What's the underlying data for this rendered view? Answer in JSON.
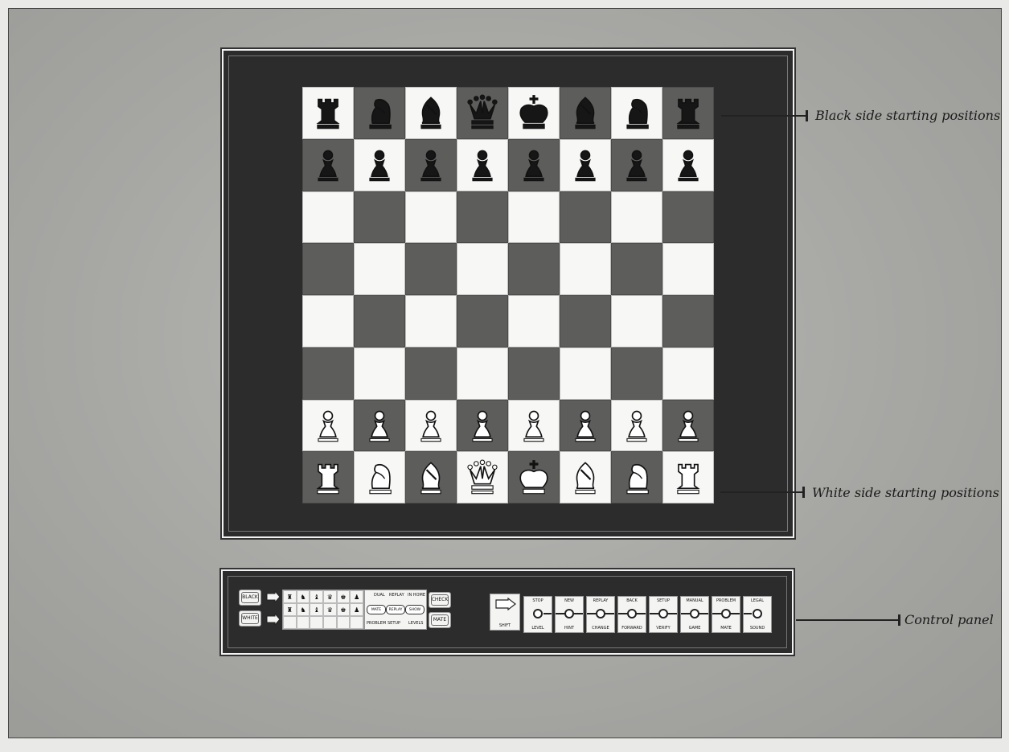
{
  "callouts": {
    "black_side": "Black side starting positions",
    "white_side": "White side starting positions",
    "control_panel": "Control panel"
  },
  "board": {
    "light_color": "#f7f7f5",
    "dark_color": "#5d5d5b",
    "rows": [
      [
        {
          "piece": "rook",
          "side": "black"
        },
        {
          "piece": "knight",
          "side": "black"
        },
        {
          "piece": "bishop",
          "side": "black"
        },
        {
          "piece": "queen",
          "side": "black"
        },
        {
          "piece": "king",
          "side": "black"
        },
        {
          "piece": "bishop",
          "side": "black"
        },
        {
          "piece": "knight",
          "side": "black"
        },
        {
          "piece": "rook",
          "side": "black"
        }
      ],
      [
        {
          "piece": "pawn",
          "side": "black"
        },
        {
          "piece": "pawn",
          "side": "black"
        },
        {
          "piece": "pawn",
          "side": "black"
        },
        {
          "piece": "pawn",
          "side": "black"
        },
        {
          "piece": "pawn",
          "side": "black"
        },
        {
          "piece": "pawn",
          "side": "black"
        },
        {
          "piece": "pawn",
          "side": "black"
        },
        {
          "piece": "pawn",
          "side": "black"
        }
      ],
      [
        null,
        null,
        null,
        null,
        null,
        null,
        null,
        null
      ],
      [
        null,
        null,
        null,
        null,
        null,
        null,
        null,
        null
      ],
      [
        null,
        null,
        null,
        null,
        null,
        null,
        null,
        null
      ],
      [
        null,
        null,
        null,
        null,
        null,
        null,
        null,
        null
      ],
      [
        {
          "piece": "pawn",
          "side": "white"
        },
        {
          "piece": "pawn",
          "side": "white"
        },
        {
          "piece": "pawn",
          "side": "white"
        },
        {
          "piece": "pawn",
          "side": "white"
        },
        {
          "piece": "pawn",
          "side": "white"
        },
        {
          "piece": "pawn",
          "side": "white"
        },
        {
          "piece": "pawn",
          "side": "white"
        },
        {
          "piece": "pawn",
          "side": "white"
        }
      ],
      [
        {
          "piece": "rook",
          "side": "white"
        },
        {
          "piece": "knight",
          "side": "white"
        },
        {
          "piece": "bishop",
          "side": "white"
        },
        {
          "piece": "queen",
          "side": "white"
        },
        {
          "piece": "king",
          "side": "white"
        },
        {
          "piece": "bishop",
          "side": "white"
        },
        {
          "piece": "knight",
          "side": "white"
        },
        {
          "piece": "rook",
          "side": "white"
        }
      ]
    ]
  },
  "control_panel": {
    "side_buttons": [
      "BLACK",
      "WHITE"
    ],
    "indicator_grid": [
      [
        "♜",
        "♞",
        "♝",
        "♛",
        "♚",
        "♟"
      ],
      [
        "♜",
        "♞",
        "♝",
        "♛",
        "♚",
        "♟"
      ],
      [
        "",
        "",
        "",
        "",
        "",
        ""
      ]
    ],
    "func_labels": [
      "DUAL",
      "REPLAY",
      "IN HOME",
      "PROBLEM",
      "SETUP",
      "LEVELS"
    ],
    "func_pills": [
      "MATE",
      "REPLAY",
      "SHOW"
    ],
    "status_buttons": [
      "CHECK",
      "MATE"
    ],
    "shift_label": "SHIFT",
    "keys": [
      {
        "top": "STOP",
        "bottom": "LEVEL"
      },
      {
        "top": "NEW",
        "bottom": "HINT"
      },
      {
        "top": "REPLAY",
        "bottom": "CHANGE"
      },
      {
        "top": "BACK",
        "bottom": "FORWARD"
      },
      {
        "top": "SETUP",
        "bottom": "VERIFY"
      },
      {
        "top": "MANUAL",
        "bottom": "GAME"
      },
      {
        "top": "PROBLEM",
        "bottom": "MATE"
      },
      {
        "top": "LEGAL",
        "bottom": "SOUND"
      }
    ]
  }
}
